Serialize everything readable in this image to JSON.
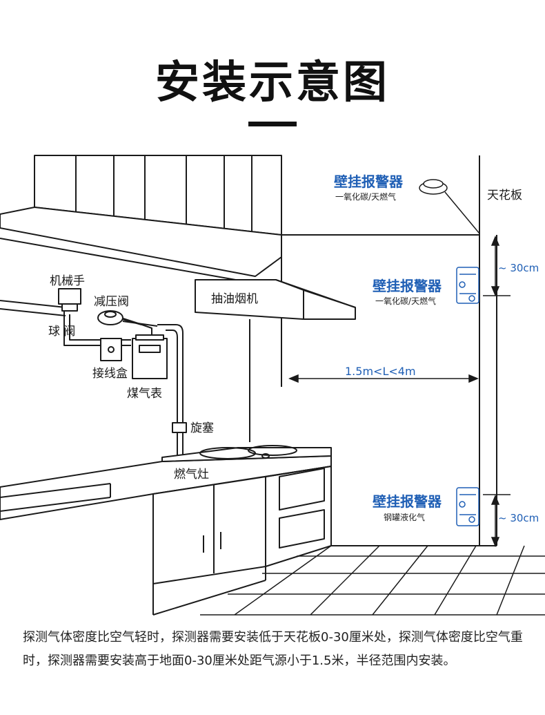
{
  "title": "安装示意图",
  "labels": {
    "ceiling": "天花板",
    "mechanical_hand": "机械手",
    "pressure_valve": "减压阀",
    "ball_valve": "球  阀",
    "junction_box": "接线盒",
    "gas_meter": "煤气表",
    "plug_valve": "旋塞",
    "stove": "燃气灶",
    "range_hood": "抽油烟机"
  },
  "alarms": [
    {
      "title": "壁挂报警器",
      "subtitle": "一氧化碳/天燃气"
    },
    {
      "title": "壁挂报警器",
      "subtitle": "一氧化碳/天燃气"
    },
    {
      "title": "壁挂报警器",
      "subtitle": "钢罐液化气"
    }
  ],
  "dimensions": {
    "top_gap": "~ 30cm",
    "distance": "1.5m<L<4m",
    "bottom_gap": "~ 30cm"
  },
  "description": "探测气体密度比空气轻时，探测器需要安装低于天花板0-30厘米处，探测气体密度比空气重时，探测器需要安装高于地面0-30厘米处距气源小于1.5米，半径范围内安装。",
  "colors": {
    "accent": "#1f5fb5",
    "line": "#1a1a1a"
  }
}
